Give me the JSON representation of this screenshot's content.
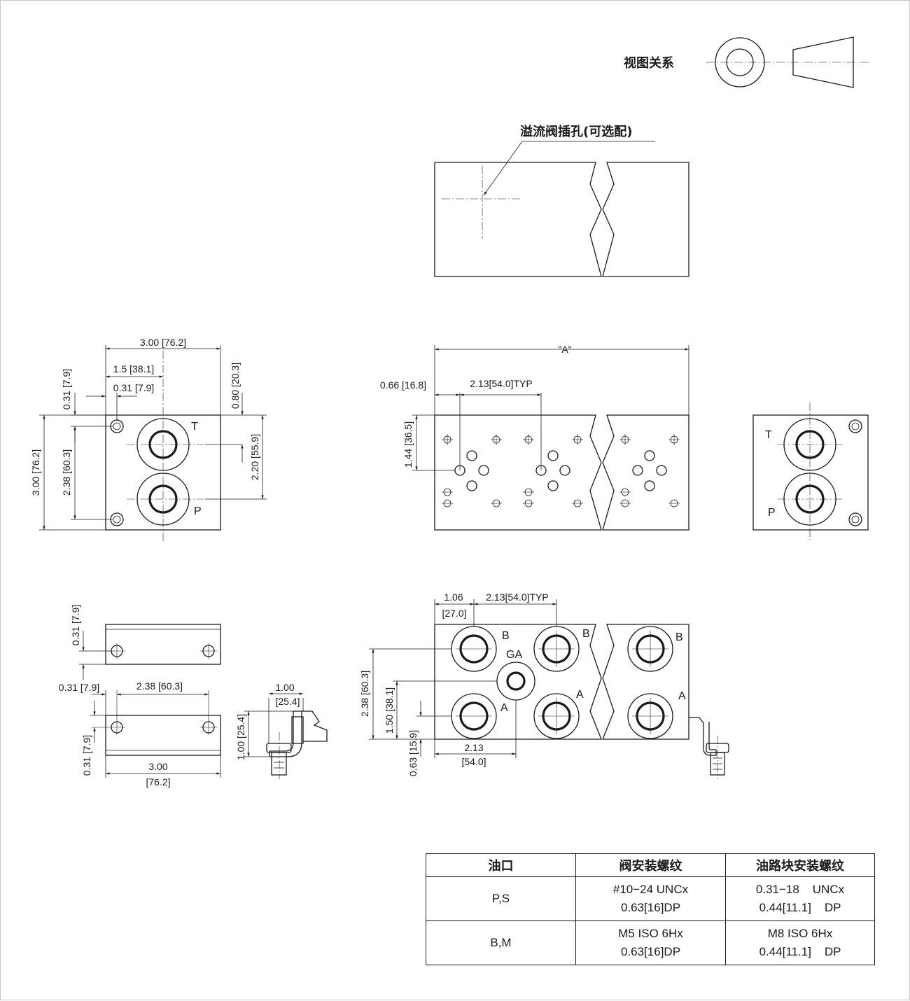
{
  "view_relation": {
    "label": "视图关系"
  },
  "relief_callout": {
    "label": "溢流阀插孔(可选配)"
  },
  "end_view_left": {
    "dims": [
      "3.00 [76.2]",
      "1.5 [38.1]",
      "0.31 [7.9]",
      "0.31 [7.9]",
      "3.00 [76.2]",
      "2.38 [60.3]",
      "0.80 [20.3]",
      "2.20 [55.9]"
    ],
    "ports": [
      "T",
      "P"
    ]
  },
  "top_view": {
    "dims": [
      "\"A\"",
      "0.66 [16.8]",
      "2.13[54.0]TYP",
      "1.44 [36.5]"
    ]
  },
  "end_view_right": {
    "ports": [
      "T",
      "P"
    ]
  },
  "side_view": {
    "dims": [
      "0.31 [7.9]",
      "0.31 [7.9]",
      "2.38 [60.3]",
      "0.31 [7.9]",
      "3.00",
      "[76.2]"
    ]
  },
  "bracket_view": {
    "dims": [
      "1.00",
      "[25.4]",
      "1.00 [25.4]"
    ]
  },
  "front_view": {
    "dims": [
      "1.06",
      "[27.0]",
      "2.13[54.0]TYP",
      "2.38 [60.3]",
      "1.50 [38.1]",
      "0.63 [15.9]",
      "2.13",
      "[54.0]"
    ],
    "ports": [
      "B",
      "B",
      "B",
      "GA",
      "A",
      "A",
      "A"
    ]
  },
  "spec_table": {
    "headers": [
      "油口",
      "阀安装螺纹",
      "油路块安装螺纹"
    ],
    "rows": [
      {
        "port": "P,S",
        "valve": [
          "#10−24 UNCx",
          "0.63[16]DP"
        ],
        "block": [
          "0.31−18    UNCx",
          "0.44[11.1]    DP"
        ]
      },
      {
        "port": "B,M",
        "valve": [
          "M5 ISO 6Hx",
          "0.63[16]DP"
        ],
        "block": [
          "M8 ISO 6Hx",
          "0.44[11.1]    DP"
        ]
      }
    ]
  }
}
